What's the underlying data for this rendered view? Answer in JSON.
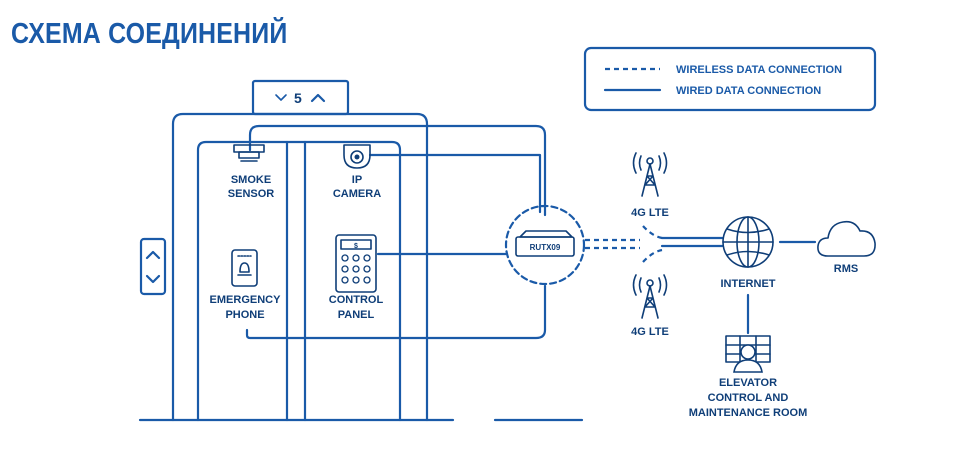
{
  "title": "СХЕМА СОЕДИНЕНИЙ",
  "legend": {
    "wireless": "WIRELESS DATA CONNECTION",
    "wired": "WIRED DATA CONNECTION"
  },
  "floor_indicator": "5",
  "devices": {
    "smoke_sensor": [
      "SMOKE",
      "SENSOR"
    ],
    "ip_camera": [
      "IP",
      "CAMERA"
    ],
    "emergency_phone": [
      "EMERGENCY",
      "PHONE"
    ],
    "control_panel": [
      "CONTROL",
      "PANEL"
    ],
    "control_panel_screen": "$",
    "router": "RUTX09"
  },
  "network": {
    "lte_top": "4G LTE",
    "lte_bottom": "4G LTE",
    "internet": "INTERNET",
    "rms": "RMS",
    "room": [
      "ELEVATOR",
      "CONTROL AND",
      "MAINTENANCE ROOM"
    ]
  },
  "colors": {
    "primary": "#1a5aa8",
    "dark": "#0f3e78",
    "background": "#ffffff"
  },
  "icons": [
    "smoke-sensor-icon",
    "camera-icon",
    "phone-icon",
    "keypad-icon",
    "router-icon",
    "cell-tower-icon",
    "globe-icon",
    "cloud-icon",
    "operator-icon",
    "chevron-up-icon",
    "chevron-down-icon"
  ]
}
